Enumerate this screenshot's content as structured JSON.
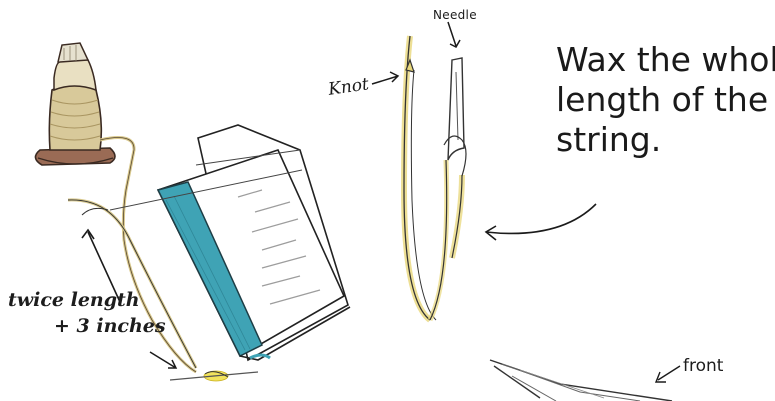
{
  "labels": {
    "needle": "Needle",
    "knot": "Knot",
    "instruction_lines": [
      "Wax the whole",
      "length of the",
      "string."
    ],
    "length_line1": "twice length",
    "length_line2": "+ 3 inches",
    "front": "front"
  },
  "colors": {
    "ink": "#1b1b1b",
    "spine_teal": "#3fa3b5",
    "wax_yellow": "#e8d77a",
    "thread_cream": "#d9c98f",
    "highlight": "#f2e35c"
  }
}
